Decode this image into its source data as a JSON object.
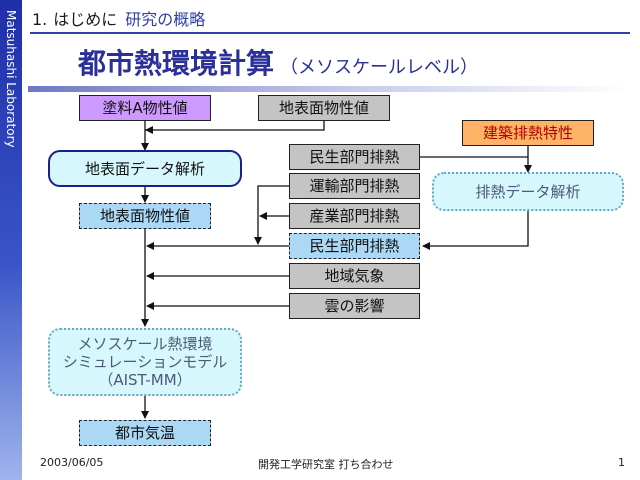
{
  "sidebar": {
    "lab_name": "Matsuhashi Laboratory"
  },
  "header": {
    "section_number": "1.",
    "section_label": "はじめに",
    "section_sub": "研究の概略"
  },
  "title": {
    "main": "都市熱環境計算",
    "sub": "（メソスケールレベル）"
  },
  "boxes": {
    "paint_props": "塗料A物性値",
    "surface_props_top": "地表面物性値",
    "building_exhaust": "建築排熱特性",
    "surface_analysis": "地表面データ解析",
    "civil_heat_gray": "民生部門排熱",
    "transport_heat": "運輸部門排熱",
    "industry_heat": "産業部門排熱",
    "exhaust_analysis": "排熱データ解析",
    "surface_props_blue": "地表面物性値",
    "civil_heat_blue": "民生部門排熱",
    "regional_weather": "地域気象",
    "cloud_effect": "雲の影響",
    "model_line1": "メソスケール熱環境",
    "model_line2": "シミュレーションモデル",
    "model_line3": "（AIST-MM）",
    "urban_temp": "都市気温"
  },
  "footer": {
    "date": "2003/06/05",
    "meeting": "開発工学研究室 打ち合わせ",
    "page": "1"
  },
  "colors": {
    "sidebar": "#1f2fa8",
    "title": "#2a2f9a",
    "gray_box": "#c4c4c4",
    "purple_box": "#cc99ff",
    "blue_box": "#aad8f5",
    "orange_box": "#ffb366",
    "cyan_box": "#d6f7fb"
  }
}
